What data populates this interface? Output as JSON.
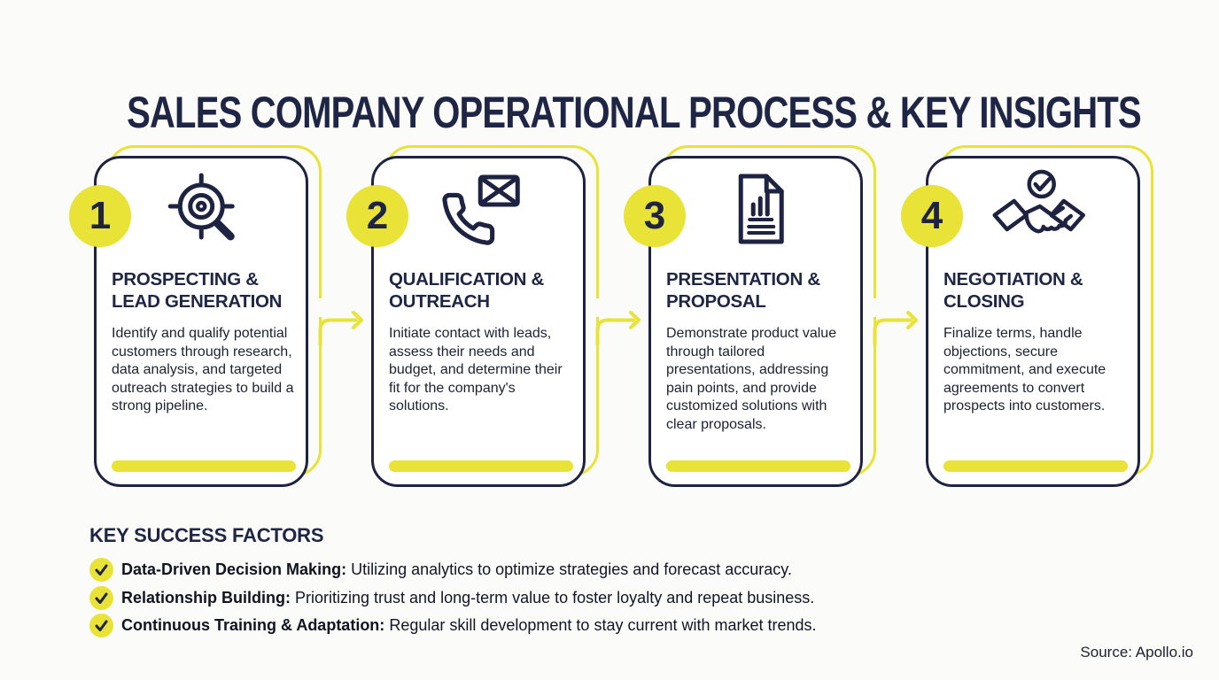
{
  "title": "SALES COMPANY OPERATIONAL PROCESS & KEY INSIGHTS",
  "colors": {
    "navy": "#1e2342",
    "yellow": "#e8e336",
    "page_background": "#fbfbf9",
    "body_text": "#1d2133"
  },
  "process": {
    "steps": [
      {
        "number": "1",
        "icon": "target-magnifier-icon",
        "title": "PROSPECTING & LEAD GENERATION",
        "description": "Identify and qualify potential customers through research, data analysis, and targeted outreach strategies to build a strong pipeline."
      },
      {
        "number": "2",
        "icon": "phone-email-icon",
        "title": "QUALIFICATION & OUTREACH",
        "description": "Initiate contact with leads, assess their needs and budget, and determine their fit for the company's solutions."
      },
      {
        "number": "3",
        "icon": "chart-document-icon",
        "title": "PRESENTATION & PROPOSAL",
        "description": "Demonstrate product value through tailored presentations, addressing pain points, and provide customized solutions with clear proposals."
      },
      {
        "number": "4",
        "icon": "handshake-check-icon",
        "title": "NEGOTIATION & CLOSING",
        "description": "Finalize terms, handle objections, secure commitment, and execute agreements to convert prospects into customers."
      }
    ]
  },
  "key_success_factors": {
    "heading": "KEY SUCCESS FACTORS",
    "items": [
      {
        "label": "Data-Driven Decision Making:",
        "text": "Utilizing analytics to optimize strategies and forecast accuracy."
      },
      {
        "label": "Relationship Building:",
        "text": "Prioritizing trust and long-term value to foster loyalty and repeat business."
      },
      {
        "label": "Continuous Training & Adaptation:",
        "text": "Regular skill development to stay current with market trends."
      }
    ]
  },
  "source": "Source: Apollo.io"
}
